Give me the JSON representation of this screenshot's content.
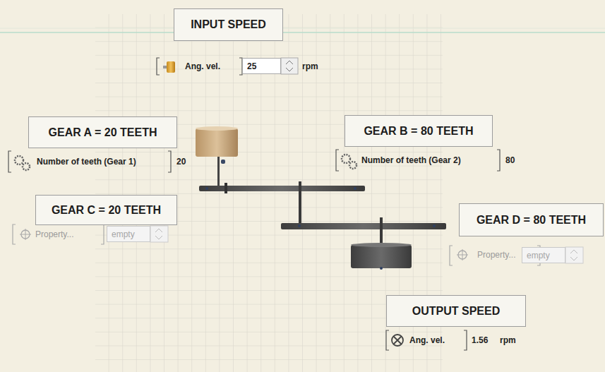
{
  "diagram": {
    "nodes": [
      {
        "text": [
          "INPUT SPEED"
        ]
      },
      {
        "text": [
          "25"
        ]
      },
      {
        "text": [
          "GEAR A = 20 TEETH"
        ]
      },
      {
        "text": [
          "GEAR B = 80 TEETH"
        ]
      },
      {
        "text": [
          "GEAR C = 20 TEETH"
        ]
      },
      {
        "text": [
          "empty"
        ]
      },
      {
        "text": [
          "GEAR D = 80 TEETH"
        ]
      },
      {
        "text": [
          "empty"
        ]
      },
      {
        "text": [
          "OUTPUT SPEED"
        ]
      }
    ],
    "labels": [
      "Ang. vel.",
      "rpm",
      "Number of teeth (Gear 1)",
      "20",
      "Number of teeth (Gear 2)",
      "80",
      "Property...",
      "Property...",
      "Ang. vel.",
      "1.56",
      "rpm"
    ]
  }
}
